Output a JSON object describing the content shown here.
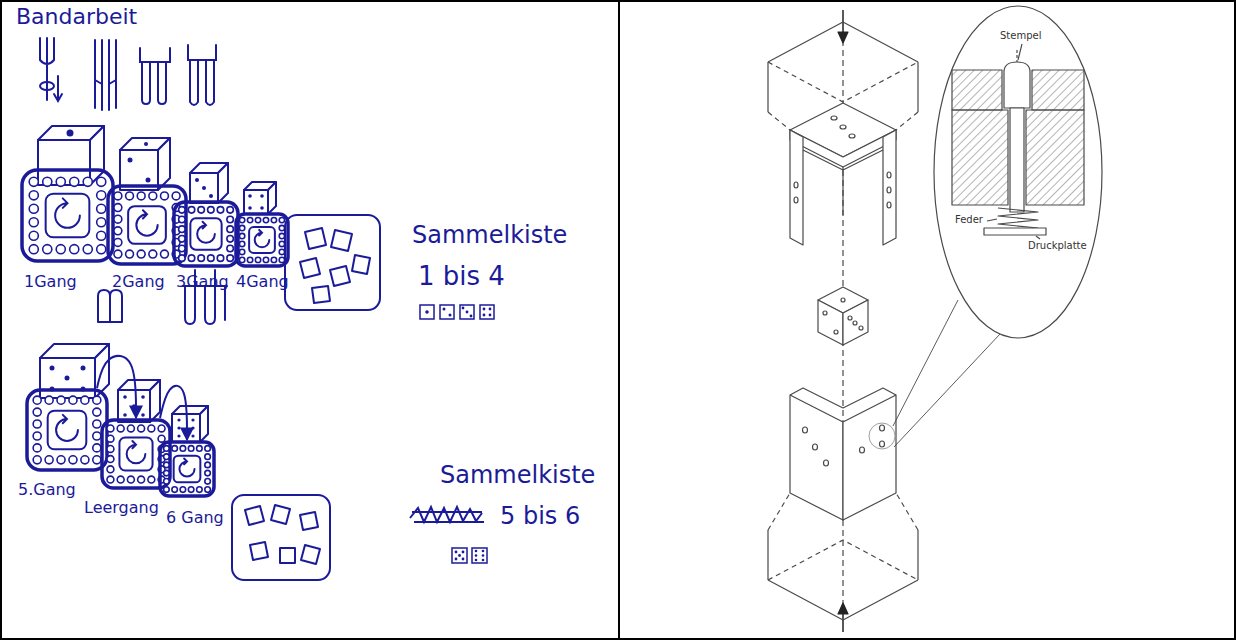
{
  "diagram": {
    "title": "Bandarbeit",
    "nodes": [
      {
        "text": [
          "1Gang"
        ]
      },
      {
        "text": [
          "2Gang"
        ]
      },
      {
        "text": [
          "3Gang"
        ]
      },
      {
        "text": [
          "4Gang"
        ]
      },
      {
        "text": [
          "5.Gang"
        ]
      },
      {
        "text": [
          "Leergang"
        ]
      },
      {
        "text": [
          "6 Gang"
        ]
      }
    ],
    "edges": [
      {
        "from": 4,
        "to": 5,
        "arrow": "to"
      },
      {
        "from": 5,
        "to": 6,
        "arrow": "to"
      }
    ],
    "labels": [
      "Sammelkiste",
      "1 bis 4",
      "Sammelkiste",
      "5 bis 6",
      "Stempel",
      "Feder",
      "Druckplatte"
    ]
  }
}
